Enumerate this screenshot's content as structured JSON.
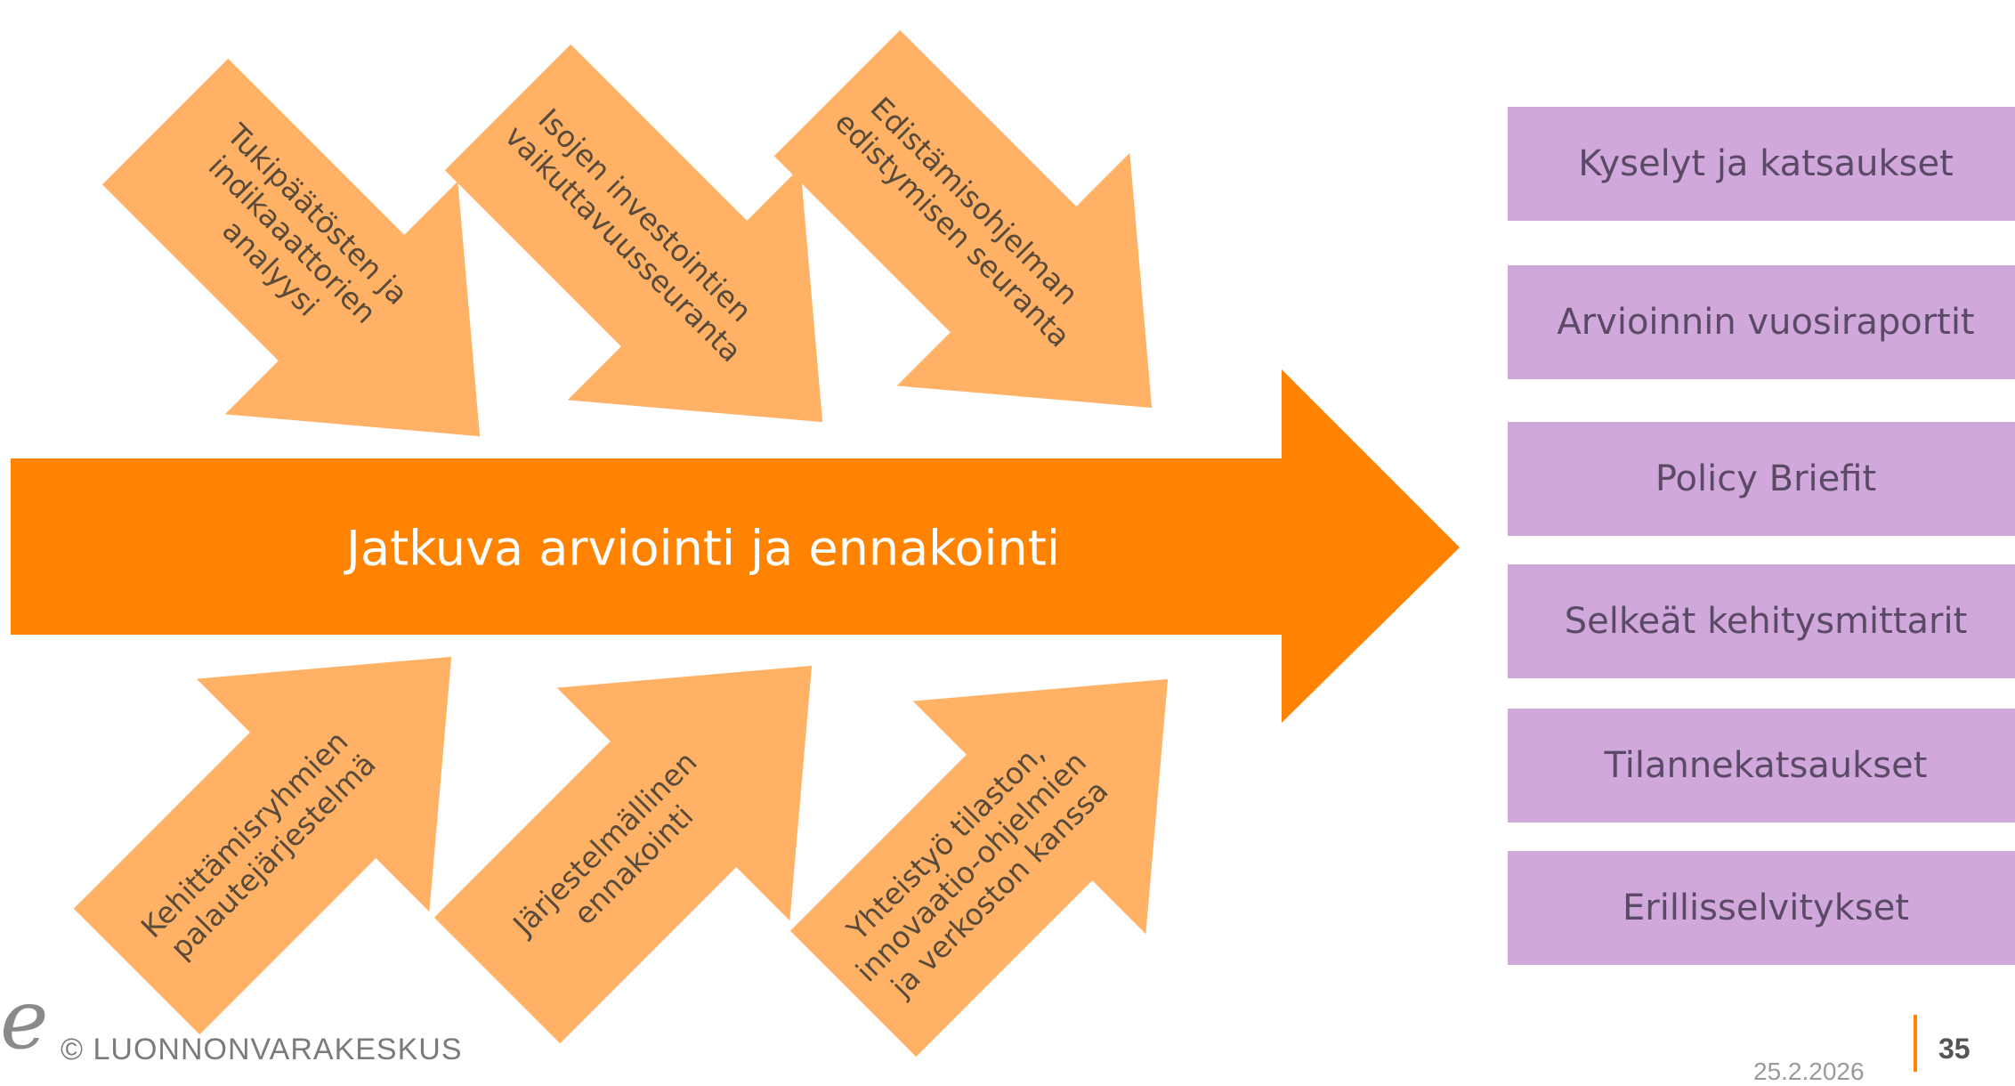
{
  "main_arrow": {
    "label": "Jatkuva arviointi ja ennakointi",
    "color": "#ff8200"
  },
  "input_arrows": {
    "color": "#ffb266",
    "top": [
      {
        "lines": [
          "Tukipäätösten ja",
          "indikaaattorien",
          "analyysi"
        ]
      },
      {
        "lines": [
          "Isojen investointien",
          "vaikuttavuusseuranta"
        ]
      },
      {
        "lines": [
          "Edistämisohjelman",
          "edistymisen seuranta"
        ]
      }
    ],
    "bottom": [
      {
        "lines": [
          "Kehittämisryhmien",
          "palautejärjestelmä"
        ]
      },
      {
        "lines": [
          "Järjestelmällinen",
          "ennakointi"
        ]
      },
      {
        "lines": [
          "Yhteistyö tilaston,",
          "innovaatio-ohjelmien",
          "ja verkoston kanssa"
        ]
      }
    ]
  },
  "outputs": {
    "color": "#d0a8db",
    "items": [
      "Kyselyt ja katsaukset",
      "Arvioinnin vuosiraportit",
      "Policy Briefit",
      "Selkeät kehitysmittarit",
      "Tilannekatsaukset",
      "Erillisselvitykset"
    ]
  },
  "footer": {
    "copyright": "© LUONNONVARAKESKUS",
    "logo_glyph": "e",
    "date": "25.2.2026",
    "page_number": "35",
    "accent": "#ff8200"
  }
}
